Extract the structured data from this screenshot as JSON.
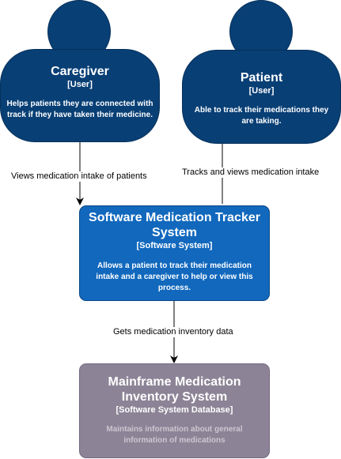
{
  "colors": {
    "person_fill": "#083f75",
    "person_stroke": "#06315c",
    "system_fill": "#1168bd",
    "system_stroke": "#0b4884",
    "db_fill": "#8c8496",
    "db_stroke": "#736782",
    "db_desc_text": "#cbc6d0",
    "edge": "#000000"
  },
  "nodes": {
    "caregiver": {
      "title": "Caregiver",
      "stereotype": "[User]",
      "description": "Helps patients they are connected with track if they have taken their medicine."
    },
    "patient": {
      "title": "Patient",
      "stereotype": "[User]",
      "description": "Able to track their medications they are taking."
    },
    "tracker": {
      "title": "Software Medication Tracker System",
      "stereotype": "[Software System]",
      "description": "Allows a patient to track their medication intake and a caregiver to help or view this process."
    },
    "inventory": {
      "title": "Mainframe Medication Inventory System",
      "stereotype": "[Software System Database]",
      "description": "Maintains information about general information of medications"
    }
  },
  "edges": {
    "caregiver_to_tracker": "Views medication intake  of patients",
    "patient_to_tracker": "Tracks and views medication intake",
    "tracker_to_inventory": "Gets medication inventory data"
  }
}
